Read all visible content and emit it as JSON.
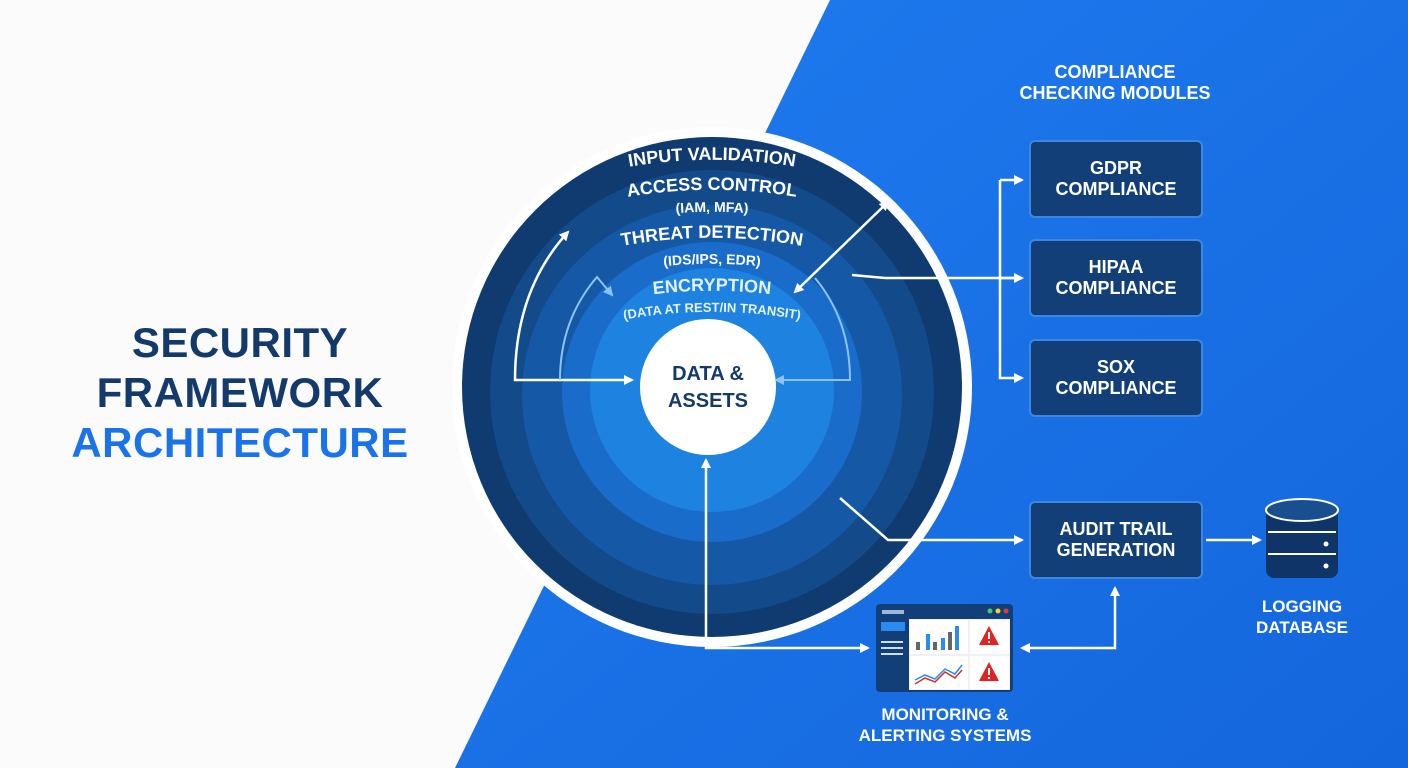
{
  "title": {
    "line1": "SECURITY",
    "line2": "FRAMEWORK",
    "line3": "ARCHITECTURE"
  },
  "layers": {
    "input_validation": "INPUT VALIDATION",
    "access_control": "ACCESS CONTROL",
    "access_control_sub": "(IAM, MFA)",
    "threat_detection": "THREAT DETECTION",
    "threat_detection_sub": "(IDS/IPS, EDR)",
    "encryption": "ENCRYPTION",
    "encryption_sub": "(DATA AT REST/IN TRANSIT)",
    "core_line1": "DATA &",
    "core_line2": "ASSETS"
  },
  "compliance": {
    "heading_line1": "COMPLIANCE",
    "heading_line2": "CHECKING MODULES",
    "modules": [
      {
        "line1": "GDPR",
        "line2": "COMPLIANCE"
      },
      {
        "line1": "HIPAA",
        "line2": "COMPLIANCE"
      },
      {
        "line1": "SOX",
        "line2": "COMPLIANCE"
      }
    ]
  },
  "audit": {
    "line1": "AUDIT TRAIL",
    "line2": "GENERATION"
  },
  "database": {
    "line1": "LOGGING",
    "line2": "DATABASE"
  },
  "monitoring": {
    "line1": "MONITORING &",
    "line2": "ALERTING SYSTEMS"
  },
  "colors": {
    "brand_blue": "#1a73e8",
    "navy": "#123f78",
    "alert_red": "#e02424"
  }
}
